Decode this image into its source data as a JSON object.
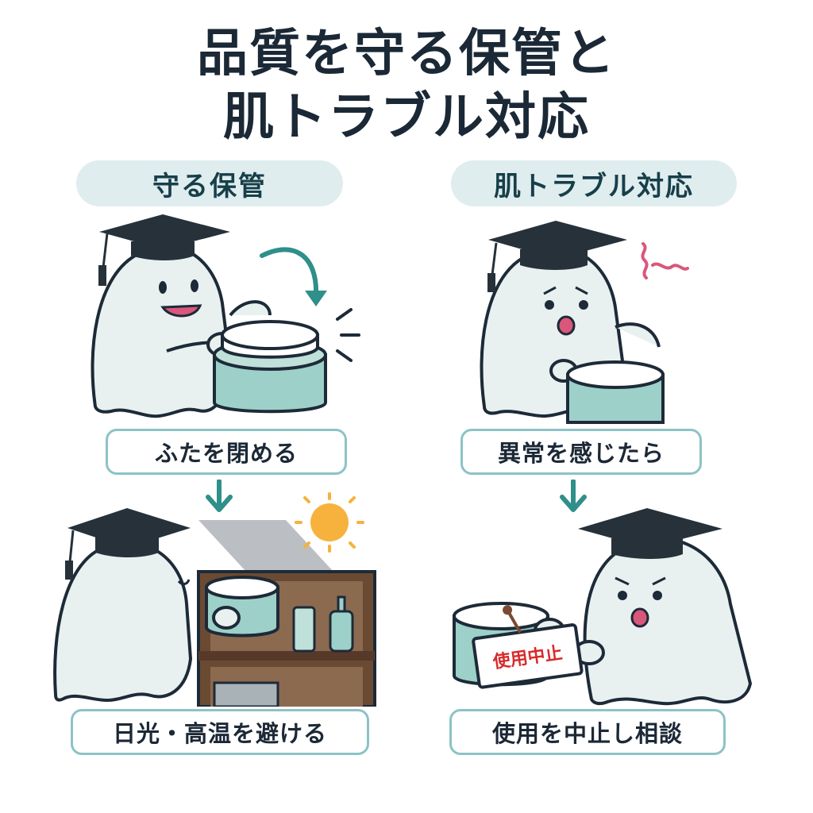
{
  "title": {
    "line1": "品質を守る保管と",
    "line2": "肌トラブル対応"
  },
  "sections": {
    "left": {
      "label": "守る保管",
      "step1_caption": "ふたを閉める",
      "step2_caption": "日光・高温を避ける"
    },
    "right": {
      "label": "肌トラブル対応",
      "step1_caption": "異常を感じたら",
      "step2_caption": "使用を中止し相談",
      "sign_text": "使用中止"
    }
  },
  "colors": {
    "accent_teal": "#2f8f8a",
    "pill_bg": "#dfedef",
    "caption_border": "#8cc3c6",
    "ghost_fill": "#e8f1f0",
    "jar_fill": "#9dd0c8",
    "cap_black": "#26313a",
    "sign_red": "#d82a2a",
    "sun_orange": "#f6b23c",
    "shelf_brown": "#6b4a33"
  },
  "icons": [
    "graduation-cap-icon",
    "down-arrow-icon",
    "curved-arrow-icon",
    "sun-icon",
    "squiggle-icon",
    "sparkle-lines-icon"
  ]
}
